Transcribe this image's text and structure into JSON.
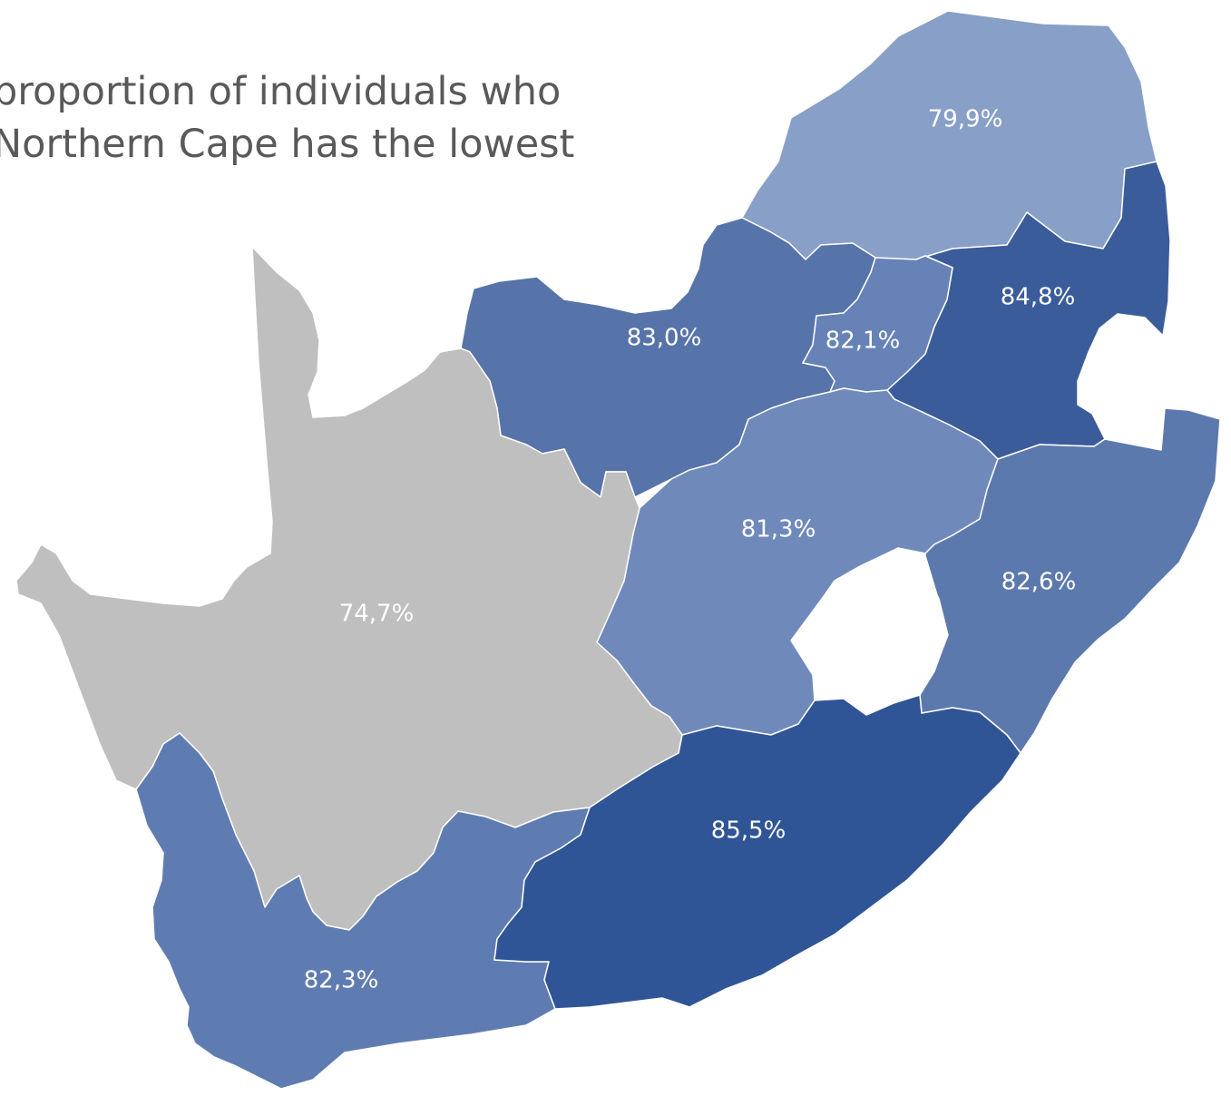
{
  "caption": {
    "line1": "proportion of individuals who",
    "line2": "Northern Cape has the lowest"
  },
  "provinces": [
    {
      "key": "limpopo",
      "label": "79,9%",
      "value": 79.9,
      "color": "#889fc8"
    },
    {
      "key": "mpumalanga",
      "label": "84,8%",
      "value": 84.8,
      "color": "#3b5c9a"
    },
    {
      "key": "north_west",
      "label": "83,0%",
      "value": 83.0,
      "color": "#5673aa"
    },
    {
      "key": "gauteng",
      "label": "82,1%",
      "value": 82.1,
      "color": "#6682b7"
    },
    {
      "key": "free_state",
      "label": "81,3%",
      "value": 81.3,
      "color": "#6f8aba"
    },
    {
      "key": "kwazulu_natal",
      "label": "82,6%",
      "value": 82.6,
      "color": "#5c79ae"
    },
    {
      "key": "northern_cape",
      "label": "74,7%",
      "value": 74.7,
      "color": "#bfbfbf"
    },
    {
      "key": "western_cape",
      "label": "82,3%",
      "value": 82.3,
      "color": "#5f7cb2"
    },
    {
      "key": "eastern_cape",
      "label": "85,5%",
      "value": 85.5,
      "color": "#305596"
    }
  ]
}
